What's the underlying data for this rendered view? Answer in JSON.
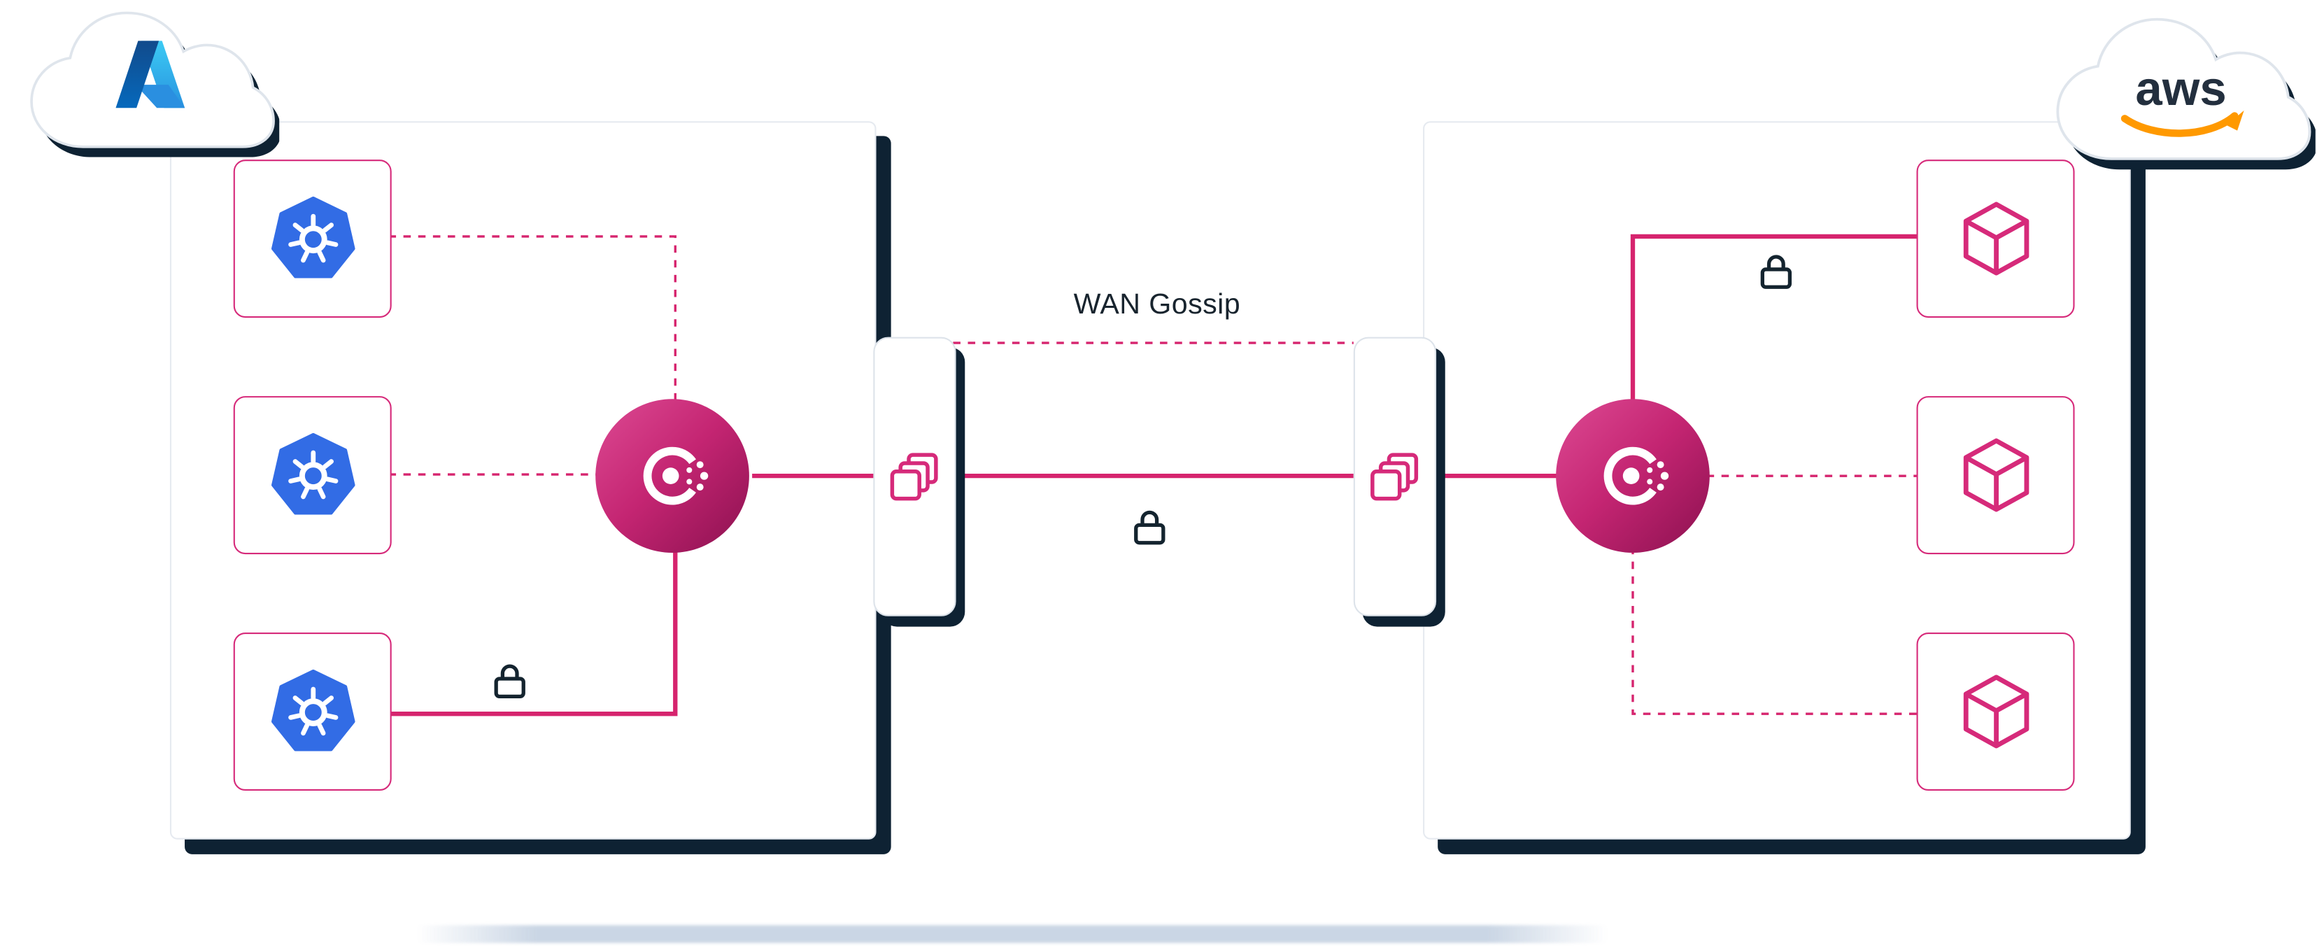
{
  "diagram": {
    "type": "consul-multi-cloud-federation",
    "connection": {
      "wan_gossip_label": "WAN Gossip",
      "encrypted": true,
      "lock_icons": 3
    },
    "left_cloud": {
      "provider": "Azure",
      "logo": "azure-logo",
      "cluster": {
        "nodes": [
          {
            "type": "kubernetes",
            "icon": "kubernetes-icon"
          },
          {
            "type": "kubernetes",
            "icon": "kubernetes-icon"
          },
          {
            "type": "kubernetes",
            "icon": "kubernetes-icon"
          }
        ],
        "hub": {
          "type": "consul-server",
          "icon": "consul-icon"
        },
        "gateway": {
          "type": "mesh-gateway",
          "icon": "mesh-gateway-icon"
        }
      }
    },
    "right_cloud": {
      "provider": "AWS",
      "logo_text": "aws",
      "cluster": {
        "nodes": [
          {
            "type": "service",
            "icon": "service-cube-icon"
          },
          {
            "type": "service",
            "icon": "service-cube-icon"
          },
          {
            "type": "service",
            "icon": "service-cube-icon"
          }
        ],
        "hub": {
          "type": "consul-server",
          "icon": "consul-icon"
        },
        "gateway": {
          "type": "mesh-gateway",
          "icon": "mesh-gateway-icon"
        }
      }
    },
    "colors": {
      "accent_pink": "#d62a7a",
      "line_pink": "#d6246e",
      "shadow_navy": "#0e2233",
      "kubernetes_blue": "#326ce5",
      "aws_orange": "#ff9900",
      "azure_blue": "#2a8fe0"
    }
  }
}
